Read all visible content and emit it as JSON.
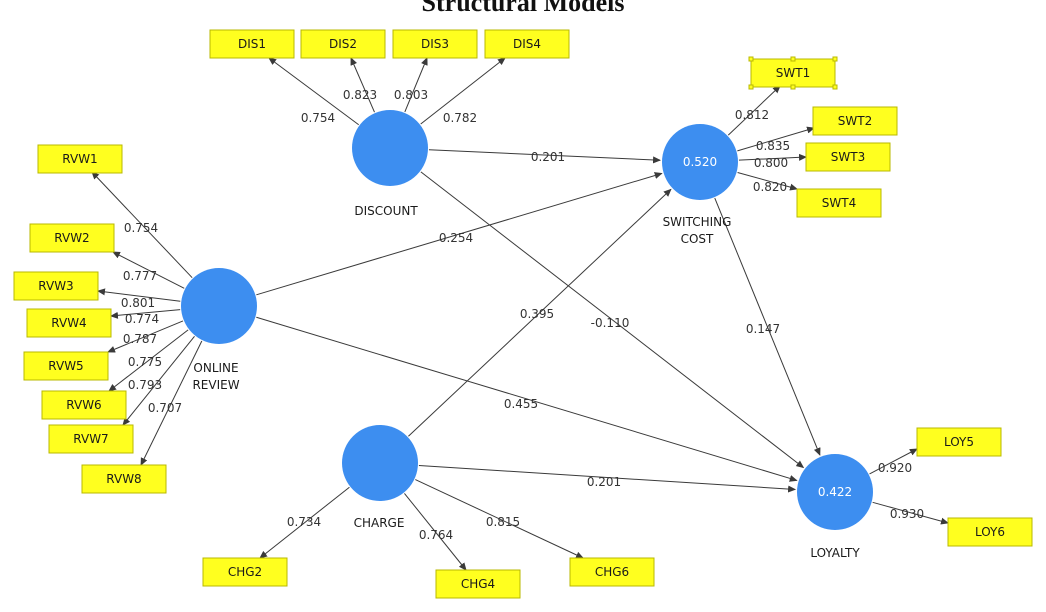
{
  "title": "Structural Models",
  "colors": {
    "latent": "#3d8ef0",
    "indicator": "#ffff1f",
    "edge": "#3a3a3a"
  },
  "latents": [
    {
      "id": "DIS",
      "label_lines": [
        "DISCOUNT"
      ],
      "value": ""
    },
    {
      "id": "SWC",
      "label_lines": [
        "SWITCHING",
        "COST"
      ],
      "value": "0.520"
    },
    {
      "id": "REV",
      "label_lines": [
        "ONLINE",
        "REVIEW"
      ],
      "value": ""
    },
    {
      "id": "CHG",
      "label_lines": [
        "CHARGE"
      ],
      "value": ""
    },
    {
      "id": "LOY",
      "label_lines": [
        "LOYALTY"
      ],
      "value": "0.422"
    }
  ],
  "indicators": [
    {
      "id": "DIS1",
      "label": "DIS1",
      "latent": "DIS",
      "loading": "0.754"
    },
    {
      "id": "DIS2",
      "label": "DIS2",
      "latent": "DIS",
      "loading": "0.823"
    },
    {
      "id": "DIS3",
      "label": "DIS3",
      "latent": "DIS",
      "loading": "0.803"
    },
    {
      "id": "DIS4",
      "label": "DIS4",
      "latent": "DIS",
      "loading": "0.782"
    },
    {
      "id": "SWT1",
      "label": "SWT1",
      "latent": "SWC",
      "loading": "0.812",
      "selected": true
    },
    {
      "id": "SWT2",
      "label": "SWT2",
      "latent": "SWC",
      "loading": "0.835"
    },
    {
      "id": "SWT3",
      "label": "SWT3",
      "latent": "SWC",
      "loading": "0.800"
    },
    {
      "id": "SWT4",
      "label": "SWT4",
      "latent": "SWC",
      "loading": "0.820"
    },
    {
      "id": "RVW1",
      "label": "RVW1",
      "latent": "REV",
      "loading": "0.754"
    },
    {
      "id": "RVW2",
      "label": "RVW2",
      "latent": "REV",
      "loading": "0.777"
    },
    {
      "id": "RVW3",
      "label": "RVW3",
      "latent": "REV",
      "loading": "0.801"
    },
    {
      "id": "RVW4",
      "label": "RVW4",
      "latent": "REV",
      "loading": "0.774"
    },
    {
      "id": "RVW5",
      "label": "RVW5",
      "latent": "REV",
      "loading": "0.787"
    },
    {
      "id": "RVW6",
      "label": "RVW6",
      "latent": "REV",
      "loading": "0.775"
    },
    {
      "id": "RVW7",
      "label": "RVW7",
      "latent": "REV",
      "loading": "0.793"
    },
    {
      "id": "RVW8",
      "label": "RVW8",
      "latent": "REV",
      "loading": "0.707"
    },
    {
      "id": "CHG2",
      "label": "CHG2",
      "latent": "CHG",
      "loading": "0.734"
    },
    {
      "id": "CHG4",
      "label": "CHG4",
      "latent": "CHG",
      "loading": "0.764"
    },
    {
      "id": "CHG6",
      "label": "CHG6",
      "latent": "CHG",
      "loading": "0.815"
    },
    {
      "id": "LOY5",
      "label": "LOY5",
      "latent": "LOY",
      "loading": "0.920"
    },
    {
      "id": "LOY6",
      "label": "LOY6",
      "latent": "LOY",
      "loading": "0.930"
    }
  ],
  "paths": [
    {
      "from": "DIS",
      "to": "SWC",
      "coef": "0.201"
    },
    {
      "from": "DIS",
      "to": "LOY",
      "coef": "-0.110"
    },
    {
      "from": "REV",
      "to": "SWC",
      "coef": "0.254"
    },
    {
      "from": "REV",
      "to": "LOY",
      "coef": "0.455"
    },
    {
      "from": "CHG",
      "to": "SWC",
      "coef": "0.395"
    },
    {
      "from": "CHG",
      "to": "LOY",
      "coef": "0.201"
    },
    {
      "from": "SWC",
      "to": "LOY",
      "coef": "0.147"
    }
  ]
}
